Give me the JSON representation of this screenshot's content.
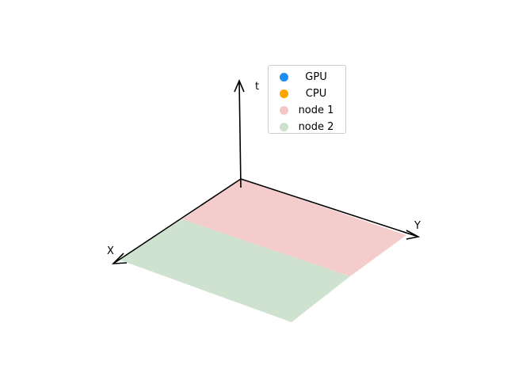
{
  "axes": {
    "x": "X",
    "y": "Y",
    "t": "t"
  },
  "legend": [
    {
      "label": "GPU",
      "color": "#1f8ef1"
    },
    {
      "label": "CPU",
      "color": "#ffa500"
    },
    {
      "label": "node 1",
      "color": "#f4c6c6"
    },
    {
      "label": "node 2",
      "color": "#cde1cd"
    }
  ],
  "regions": [
    {
      "name": "node 1",
      "color": "#f4cccc"
    },
    {
      "name": "node 2",
      "color": "#cfe2cf"
    }
  ]
}
